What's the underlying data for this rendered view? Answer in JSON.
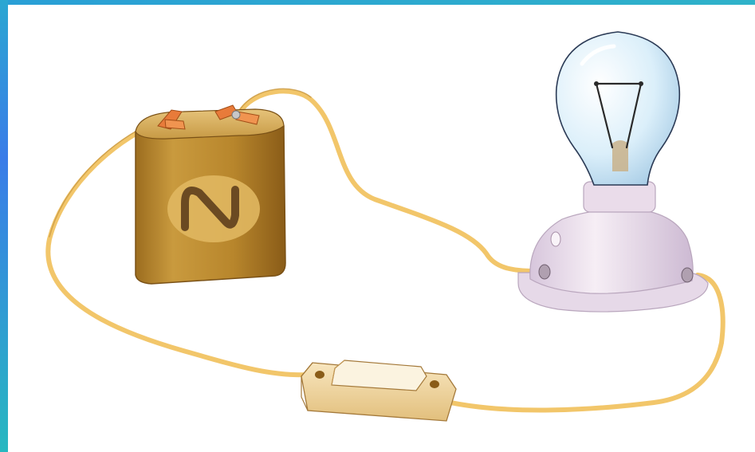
{
  "figure": {
    "components": [
      "battery",
      "light-bulb",
      "switch",
      "wire"
    ],
    "colors": {
      "frame_accent": "#2aa7d2",
      "wire": "#f2c66a",
      "battery_body": "#b8862c",
      "battery_label": "#6b4a22",
      "bulb_glass": "#dbeffa",
      "bulb_base": "#efe3ee",
      "switch_body": "#f3d9a3",
      "terminal_clip": "#e87b3a"
    }
  }
}
